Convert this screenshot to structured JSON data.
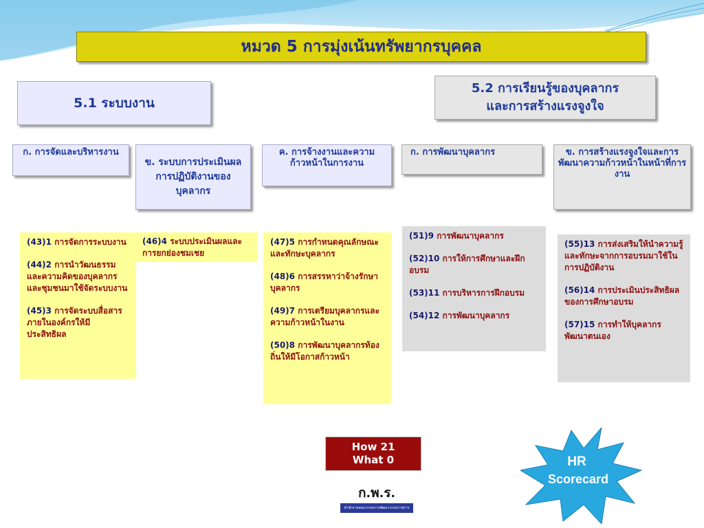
{
  "slide": {
    "title": "หมวด 5  การมุ่งเน้นทรัพยากรบุคคล",
    "section_1": "5.1 ระบบงาน",
    "section_2_line1": "5.2 การเรียนรู้ของบุคลากร",
    "section_2_line2": "และการสร้างแรงจูงใจ"
  },
  "subsections": [
    "ก. การจัดและบริหารงาน",
    "ข. ระบบการประเมินผลการปฏิบัติงานของบุคลากร",
    "ค. การจ้างงานและความก้าวหน้าในการงาน",
    "ก.   การพัฒนาบุคลากร",
    "ข. การสร้างแรงจูงใจและการพัฒนาความก้าวหน้าในหน้าที่การงาน"
  ],
  "items": {
    "col1": [
      {
        "num": "(43)1",
        "text": " การจัดการระบบงาน"
      },
      {
        "num": "(44)2",
        "text": " การนำวัฒนธรรมและความคิดของบุคลากรและชุมชนมาใช้จัดระบบงาน"
      },
      {
        "num": "(45)3",
        "text": " การจัดระบบสื่อสารภายในองค์กรให้มีประสิทธิผล"
      }
    ],
    "col2": [
      {
        "num": "(46)4",
        "text": " ระบบประเมินผลและการยกย่องชมเชย"
      }
    ],
    "col3": [
      {
        "num": "(47)5",
        "text": " การกำหนดคุณลักษณะและทักษะบุคลากร"
      },
      {
        "num": "(48)6",
        "text": " การสรรหาว่าจ้างรักษาบุคลากร"
      },
      {
        "num": "(49)7",
        "text": " การเตรียมบุคลากรและความก้าวหน้าในงาน"
      },
      {
        "num": "(50)8",
        "text": " การพัฒนาบุคลากรท้องถิ่นให้มีโอกาสก้าวหน้า"
      }
    ],
    "col4": [
      {
        "num": "(51)9",
        "text": " การพัฒนาบุคลากร"
      },
      {
        "num": "(52)10",
        "text": " การให้การศึกษาและฝึกอบรม"
      },
      {
        "num": "(53)11",
        "text": " การบริหารการฝึกอบรม"
      },
      {
        "num": "(54)12",
        "text": " การพัฒนาบุคลากร"
      }
    ],
    "col5": [
      {
        "num": "(55)13",
        "text": " การส่งเสริมให้นำความรู้และทักษะจากการอบรมมาใช้ในการปฏิบัติงาน"
      },
      {
        "num": "(56)14",
        "text": " การประเมินประสิทธิผลของการศึกษาอบรม"
      },
      {
        "num": "(57)15",
        "text": " การทำให้บุคลากรพัฒนาตนเอง"
      }
    ]
  },
  "summary": {
    "how": "How  21",
    "what": "What  0"
  },
  "logo": {
    "name": "ก.พ.ร.",
    "caption": "สำนักงานคณะกรรมการพัฒนาระบบราชการ"
  },
  "badge": {
    "line1": "HR",
    "line2": "Scorecard"
  },
  "colors": {
    "title_bg": "#dcd30c",
    "title_text": "#1f2b8f",
    "item_text": "#8c1010",
    "badge": "#29a8e0"
  }
}
